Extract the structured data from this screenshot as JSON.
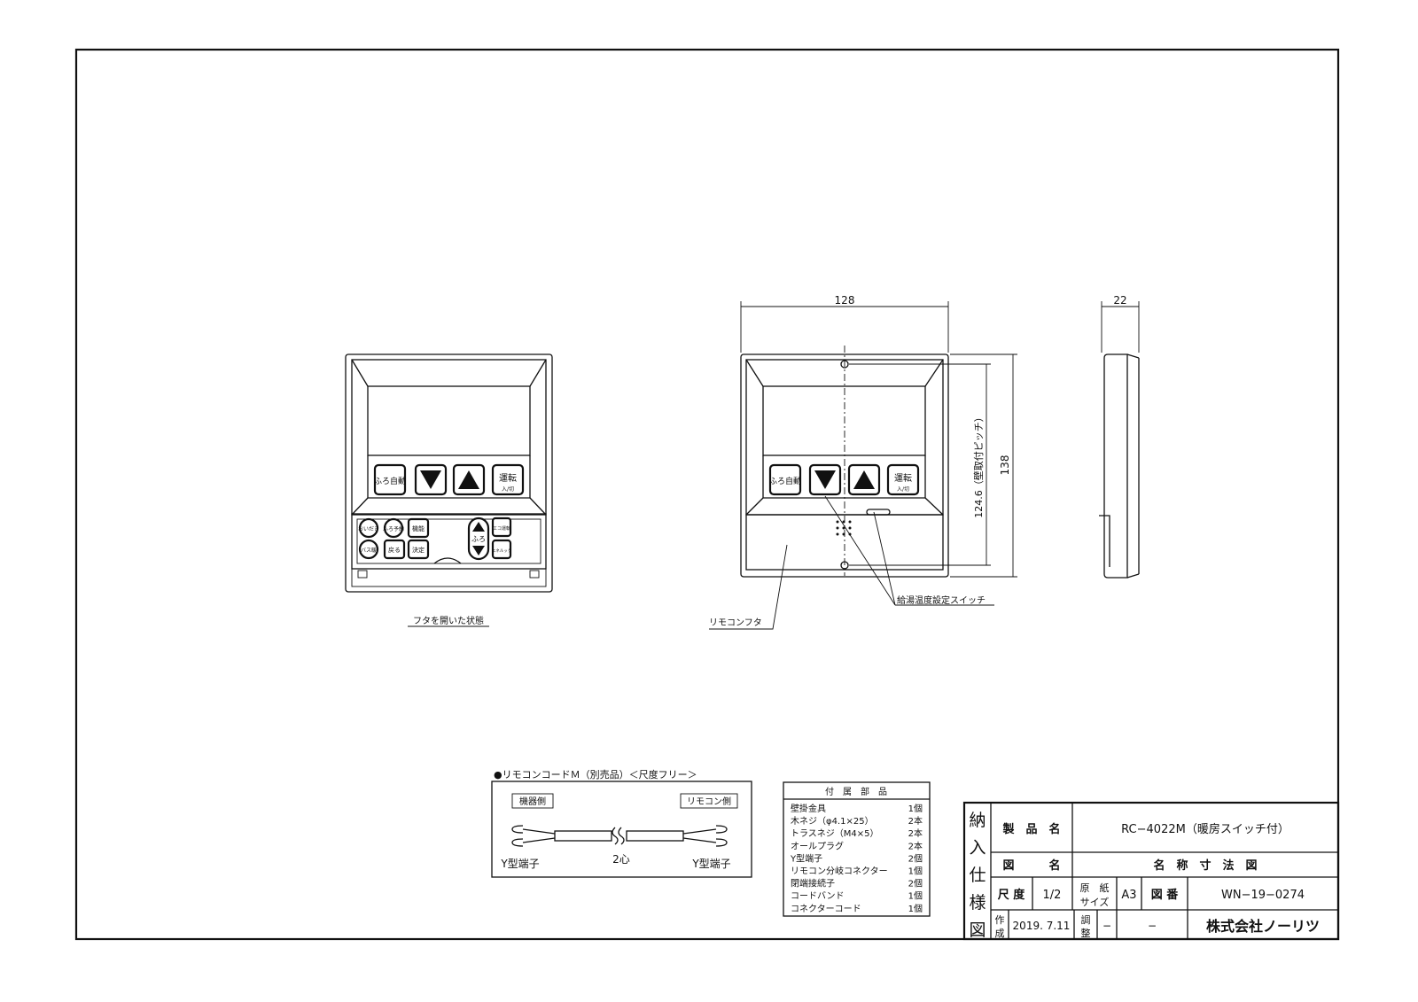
{
  "open_view": {
    "caption": "フタを開いた状態",
    "buttons": {
      "bath_auto": "ふろ自動",
      "run": "運転",
      "run_sub": "入/切",
      "reheat": "おいだき",
      "bath_reserve": "ふろ予約",
      "function": "機能",
      "bath_heater": "バス暖",
      "back": "戻る",
      "confirm": "決定",
      "bath_temp": "ふろ",
      "eco": "エコ運転",
      "enelook": "エネルック"
    }
  },
  "front_view": {
    "width_dim": "128",
    "height_dim": "138",
    "pitch_dim": "124.6（壁取付ピッチ）",
    "lid_label": "リモコンフタ",
    "switch_label": "給湯温度設定スイッチ",
    "buttons": {
      "bath_auto": "ふろ自動",
      "run": "運転",
      "run_sub": "入/切"
    }
  },
  "side_view": {
    "depth_dim": "22"
  },
  "cord": {
    "title": "●リモコンコードＭ（別売品）＜尺度フリー＞",
    "left_tag": "機器側",
    "right_tag": "リモコン側",
    "left_terminal": "Y型端子",
    "right_terminal": "Y型端子",
    "core": "2心"
  },
  "parts": {
    "header": "付　属　部　品",
    "items": [
      {
        "name": "壁掛金具",
        "qty": "1個"
      },
      {
        "name": "木ネジ（φ4.1×25）",
        "qty": "2本"
      },
      {
        "name": "トラスネジ（M4×5）",
        "qty": "2本"
      },
      {
        "name": "オールプラグ",
        "qty": "2本"
      },
      {
        "name": "Y型端子",
        "qty": "2個"
      },
      {
        "name": "リモコン分岐コネクター",
        "qty": "1個"
      },
      {
        "name": "閉端接続子",
        "qty": "2個"
      },
      {
        "name": "コードバンド",
        "qty": "1個"
      },
      {
        "name": "コネクターコード",
        "qty": "1個"
      }
    ]
  },
  "title_block": {
    "doc_type": [
      "納",
      "入",
      "仕",
      "様",
      "図"
    ],
    "product_label": "製　品　名",
    "product_value": "RC−4022M（暖房スイッチ付）",
    "drawing_label": "図　　　名",
    "drawing_value": "名　称　寸　法　図",
    "scale_label": "尺 度",
    "scale_value": "1/2",
    "paper_label_1": "原　紙",
    "paper_label_2": "サイズ",
    "paper_value": "A3",
    "number_label": "図 番",
    "number_value": "WN−19−0274",
    "created_label_1": "作",
    "created_label_2": "成",
    "created_value": "2019. 7.11",
    "adjust_label_1": "調",
    "adjust_label_2": "整",
    "adjust_value_1": "−",
    "adjust_value_2": "−",
    "company": "株式会社ノーリツ"
  }
}
